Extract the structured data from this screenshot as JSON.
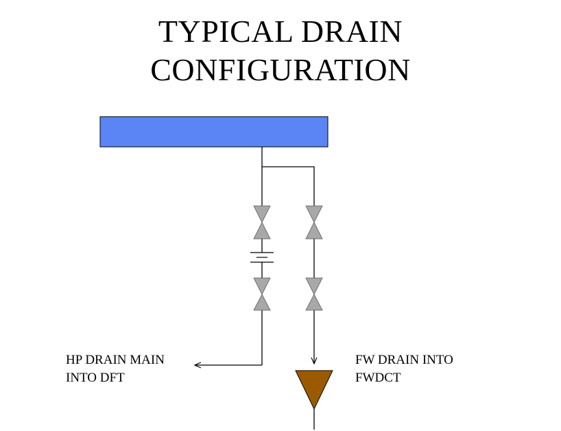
{
  "title": {
    "line1": "TYPICAL DRAIN",
    "line2": "CONFIGURATION"
  },
  "labels": {
    "left": {
      "line1": "HP DRAIN MAIN",
      "line2": "INTO DFT"
    },
    "right": {
      "line1": "FW DRAIN INTO",
      "line2": "FWDCT"
    }
  },
  "colors": {
    "header": "#5b85f5",
    "valve": "#a8a8a8",
    "tank": "#9c5a00",
    "line": "#000000"
  }
}
